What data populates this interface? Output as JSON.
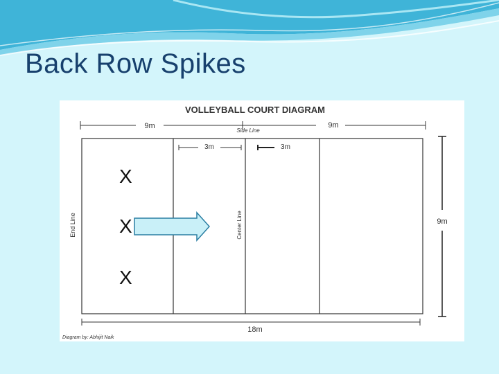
{
  "slide": {
    "title": "Back Row Spikes"
  },
  "diagram": {
    "title": "VOLLEYBALL COURT DIAGRAM",
    "top_left_dim": "9m",
    "top_right_dim": "9m",
    "side_line_label": "Side Line",
    "attack_left_dim": "3m",
    "attack_right_dim": "3m",
    "end_line_label": "End Line",
    "center_line_label": "Center Line",
    "right_dim": "9m",
    "bottom_dim": "18m",
    "credit": "Diagram by: Abhijit Naik"
  },
  "players": {
    "marks": [
      "X",
      "X",
      "X"
    ]
  },
  "colors": {
    "background": "#d3f5fb",
    "title": "#17406d",
    "arrow_fill": "#c9f0f8",
    "arrow_stroke": "#2b7fa3"
  },
  "icons": {
    "arrow": "arrow-right-icon"
  }
}
